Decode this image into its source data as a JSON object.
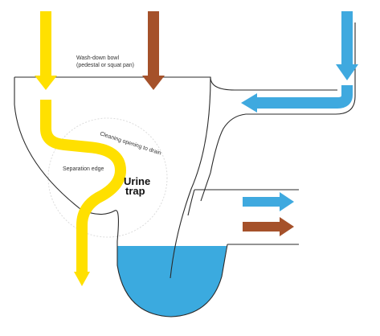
{
  "labels": {
    "bowl_line1": "Wash-down bowl",
    "bowl_line2": "(pedestal or squat pan)",
    "cleaning_opening": "Cleaning opening to drain",
    "separation_edge": "Separation edge",
    "urine_trap_line1": "Urine",
    "urine_trap_line2": "trap"
  },
  "colors": {
    "urine_flow": "#FFE000",
    "feces_flow": "#A5512A",
    "water_flow": "#3FA9DF",
    "trap_water": "#3BAADF",
    "outline": "#2a2a2a",
    "trap_circle": "#dcdcdc"
  },
  "icons": {
    "urine_inflow": "arrow-down-icon",
    "feces_inflow": "arrow-down-icon",
    "water_inflow": "arrow-down-then-left-icon",
    "urine_outflow": "arrow-down-icon",
    "water_outflow": "arrow-right-icon",
    "feces_outflow": "arrow-right-icon"
  }
}
